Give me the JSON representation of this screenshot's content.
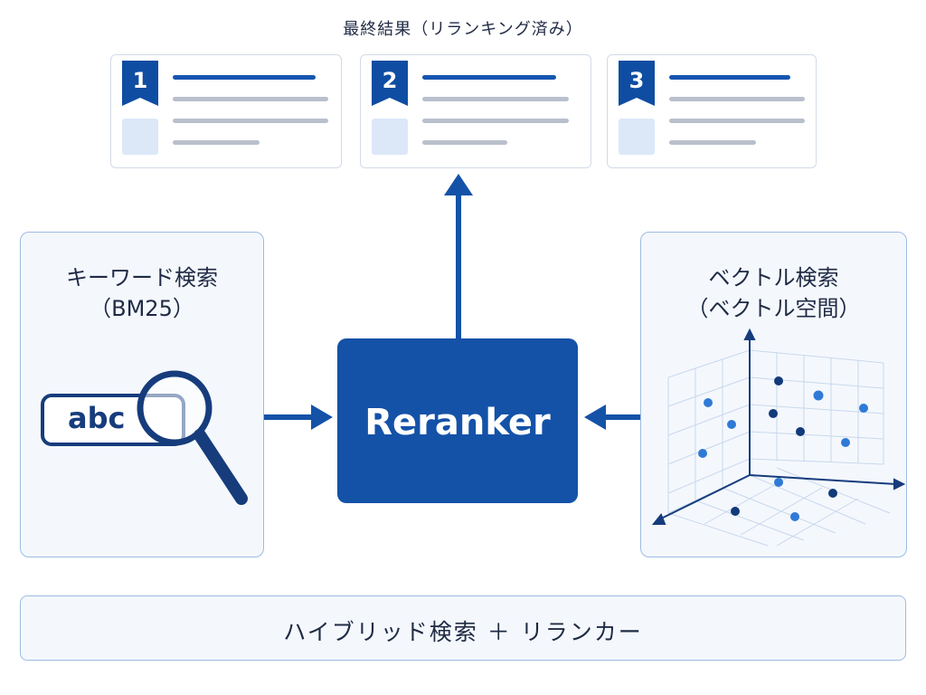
{
  "header": {
    "title": "最終結果（リランキング済み）"
  },
  "results": [
    {
      "rank": "1"
    },
    {
      "rank": "2"
    },
    {
      "rank": "3"
    }
  ],
  "keyword_panel": {
    "title_line1": "キーワード検索",
    "title_line2": "（BM25）",
    "sample_text": "abc"
  },
  "vector_panel": {
    "title_line1": "ベクトル検索",
    "title_line2": "（ベクトル空間）",
    "point_colors": {
      "dark": "#113a7a",
      "light": "#2f7ad6"
    }
  },
  "reranker": {
    "label": "Reranker"
  },
  "footer": {
    "label": "ハイブリッド検索 ＋ リランカー"
  },
  "colors": {
    "accent": "#1452a8",
    "panel_bg": "#f4f8fd",
    "panel_border": "#9dbbe3",
    "text": "#1f2a44"
  }
}
